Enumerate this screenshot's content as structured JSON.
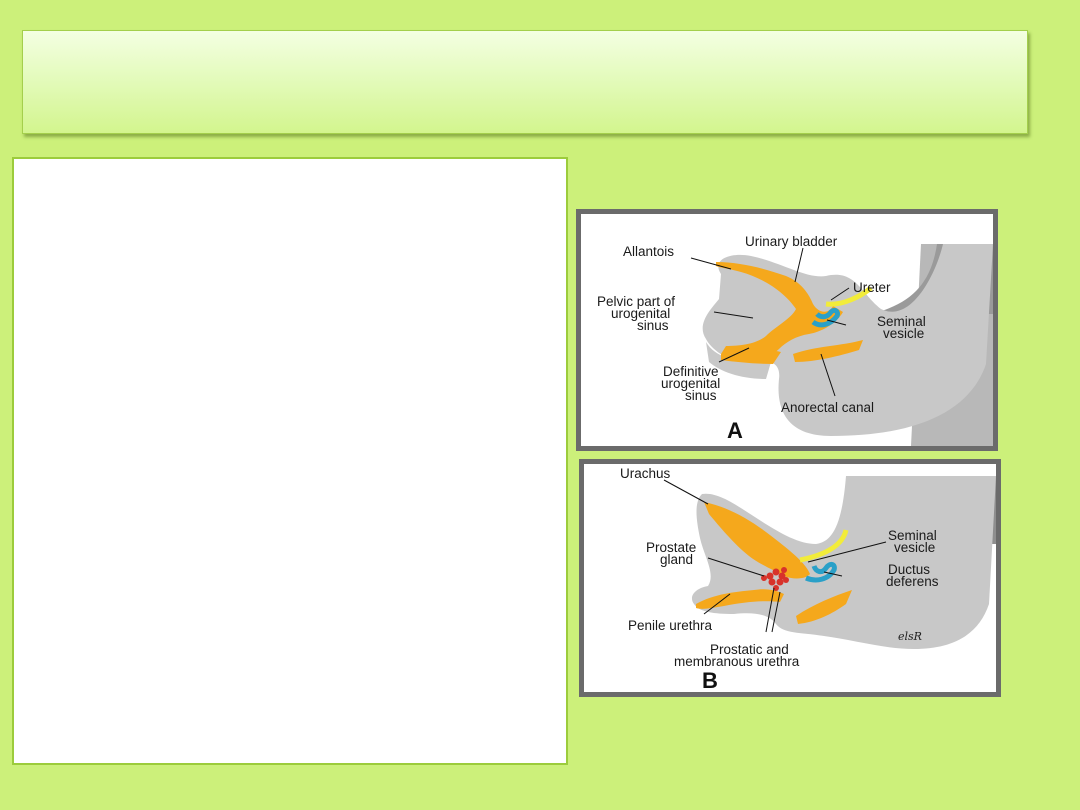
{
  "slide": {
    "title": "",
    "body": ""
  },
  "figure_a": {
    "letter": "A",
    "labels": {
      "urinary_bladder": "Urinary bladder",
      "allantois": "Allantois",
      "ureter": "Ureter",
      "pelvic_1": "Pelvic part of",
      "pelvic_2": "urogenital",
      "pelvic_3": "sinus",
      "seminal_1": "Seminal",
      "seminal_2": "vesicle",
      "definitive_1": "Definitive",
      "definitive_2": "urogenital",
      "definitive_3": "sinus",
      "anorectal": "Anorectal canal"
    }
  },
  "figure_b": {
    "letter": "B",
    "signature": "elsR",
    "labels": {
      "urachus": "Urachus",
      "seminal_1": "Seminal",
      "seminal_2": "vesicle",
      "prostate_1": "Prostate",
      "prostate_2": "gland",
      "ductus_1": "Ductus",
      "ductus_2": "deferens",
      "penile": "Penile urethra",
      "prostatic_1": "Prostatic and",
      "prostatic_2": "membranous urethra"
    }
  },
  "colors": {
    "background": "#ccf07a",
    "tissue_gray": "#c8c8c8",
    "dark_gray": "#8e8e8e",
    "orange": "#f5a81c",
    "yellow": "#f2ec3a",
    "blue": "#2aa0c8",
    "prostate_red": "#d8322a",
    "panel_border": "#6b6b6b"
  }
}
